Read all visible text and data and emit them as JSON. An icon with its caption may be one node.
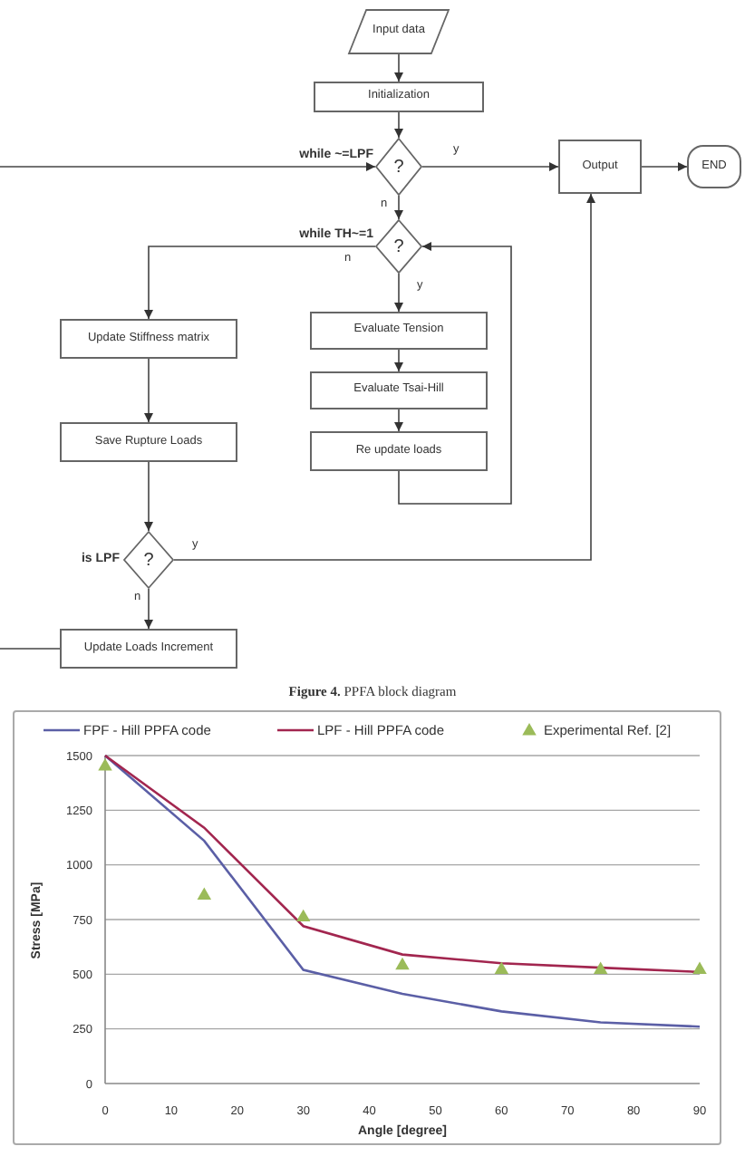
{
  "diagram": {
    "caption": "**Figure 4.** PPFA block diagram",
    "nodes": [
      {
        "text": [
          "Input data"
        ]
      },
      {
        "text": [
          "Initialization"
        ]
      },
      {
        "text": [
          "?"
        ],
        "beside": [
          "while ~=LPF"
        ]
      },
      {
        "text": [
          "Output"
        ]
      },
      {
        "text": [
          "END"
        ]
      },
      {
        "text": [
          "?"
        ],
        "beside": [
          "while TH~=1"
        ]
      },
      {
        "text": [
          "Update Stiffness matrix"
        ]
      },
      {
        "text": [
          "Evaluate Tension"
        ]
      },
      {
        "text": [
          "Evaluate Tsai-Hill"
        ]
      },
      {
        "text": [
          "Re update loads"
        ]
      },
      {
        "text": [
          "Save Rupture Loads"
        ]
      },
      {
        "text": [
          "?"
        ],
        "beside": [
          "is LPF"
        ]
      },
      {
        "text": [
          "Update Loads Increment"
        ]
      }
    ],
    "edges": [
      {
        "from": 0,
        "to": 1,
        "arrow": "to"
      },
      {
        "from": 1,
        "to": 2,
        "arrow": "to"
      },
      {
        "from": 2,
        "to": 3,
        "arrow": "to",
        "label": "y"
      },
      {
        "from": 3,
        "to": 4,
        "arrow": "to"
      },
      {
        "from": 2,
        "to": 5,
        "arrow": "to",
        "label": "n"
      },
      {
        "from": 5,
        "to": 6,
        "arrow": "to",
        "label": "n"
      },
      {
        "from": 5,
        "to": 7,
        "arrow": "to",
        "label": "y"
      },
      {
        "from": 7,
        "to": 8,
        "arrow": "to"
      },
      {
        "from": 8,
        "to": 9,
        "arrow": "to"
      },
      {
        "from": 9,
        "to": 5,
        "arrow": "to"
      },
      {
        "from": 6,
        "to": 10,
        "arrow": "to"
      },
      {
        "from": 10,
        "to": 11,
        "arrow": "to"
      },
      {
        "from": 11,
        "to": 3,
        "arrow": "to",
        "label": "y"
      },
      {
        "from": 11,
        "to": 12,
        "arrow": "to",
        "label": "n"
      },
      {
        "from": 12,
        "to": null,
        "arrow": "none"
      },
      {
        "from": null,
        "to": 2,
        "arrow": "to"
      }
    ],
    "chart_data": {
      "type": "line",
      "xlabel": "Angle [degree]",
      "ylabel": "Stress [MPa]",
      "x": [
        0,
        15,
        30,
        45,
        60,
        75,
        90
      ],
      "series": [
        {
          "name": "FPF - Hill PPFA code",
          "color": "#5b5fa6",
          "values": [
            1500,
            1110,
            520,
            410,
            330,
            280,
            260
          ]
        },
        {
          "name": "LPF - Hill PPFA code",
          "color": "#a2264f",
          "values": [
            1500,
            1170,
            720,
            590,
            550,
            530,
            510
          ]
        },
        {
          "name": "Experimental Ref. [2]",
          "color": "#9bbb59",
          "type": "scatter",
          "values": [
            1450,
            860,
            760,
            540,
            520,
            520,
            520
          ]
        }
      ],
      "xlim": [
        0,
        90
      ],
      "ylim": [
        0,
        1500
      ],
      "xticks": [
        0,
        10,
        20,
        30,
        40,
        50,
        60,
        70,
        80,
        90
      ],
      "yticks": [
        0,
        250,
        500,
        750,
        1000,
        1250,
        1500
      ],
      "grid": true,
      "legend": "top"
    }
  }
}
